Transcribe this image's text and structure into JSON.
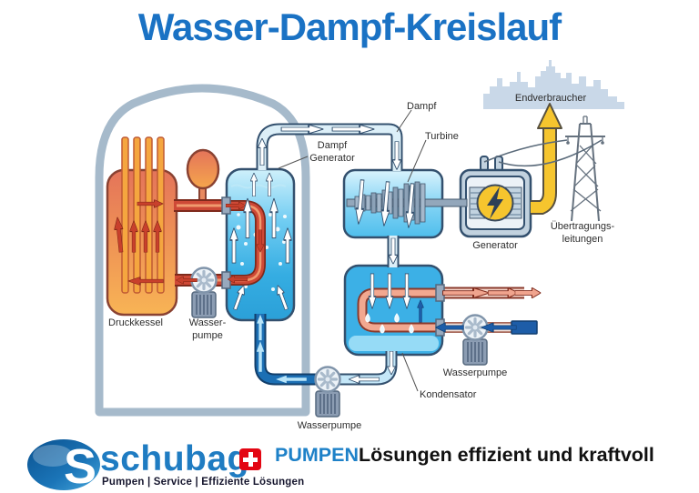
{
  "title": "Wasser-Dampf-Kreislauf",
  "colors": {
    "title_blue": "#1A72C4",
    "logo_blue": "#1F7CC2",
    "slogan_blue": "#1E81C8",
    "swiss_red": "#E30613",
    "hot_loop_red": "#C8402C",
    "steam_pipe_blue": "#DCEFF8",
    "water_blue": "#2FA8E0",
    "electric_yellow": "#F6C52E"
  },
  "diagram": {
    "labels": {
      "druckkessel": "Druckkessel",
      "primary_pump_line1": "Wasser-",
      "primary_pump_line2": "pumpe",
      "steam_generator_line1": "Dampf",
      "steam_generator_line2": "Generator",
      "steam": "Dampf",
      "turbine": "Turbine",
      "generator": "Generator",
      "end_consumer": "Endverbraucher",
      "transmission_line1": "Übertragungs-",
      "transmission_line2": "leitungen",
      "condenser": "Kondensator",
      "feed_pump": "Wasserpumpe",
      "cooling_pump": "Wasserpumpe"
    }
  },
  "footer": {
    "logo_text": "schubag",
    "logo_mark_letter": "S",
    "logo_tagline": "Pumpen | Service | Effiziente Lösungen",
    "slogan_highlight": "PUMPEN",
    "slogan_rest": "Lösungen effizient und kraftvoll"
  }
}
